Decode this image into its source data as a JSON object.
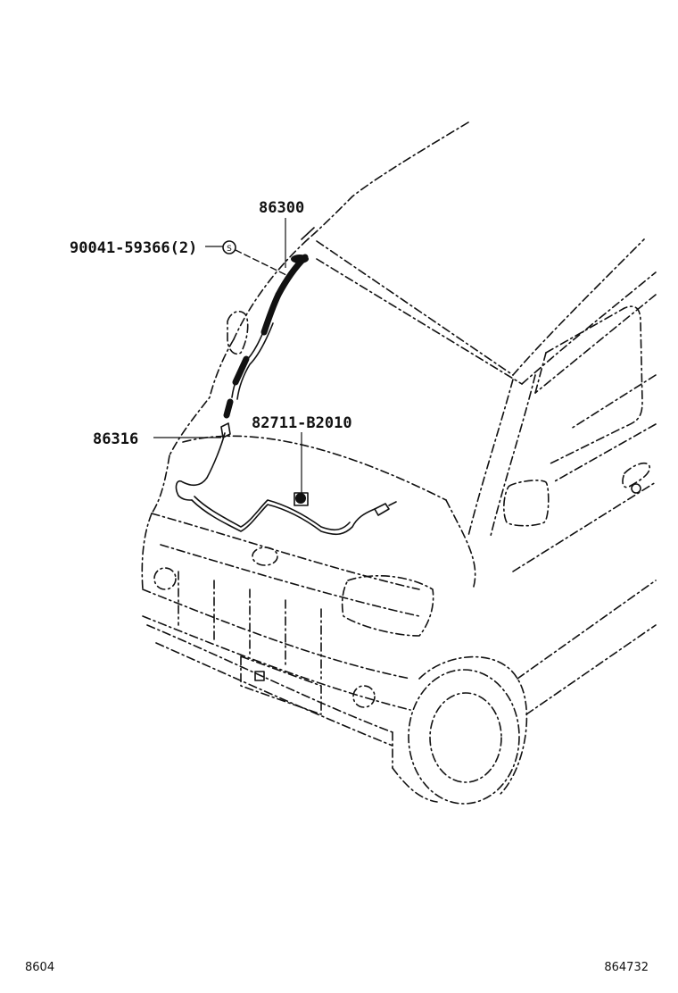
{
  "callouts": {
    "antenna": "86300",
    "screw": "90041-59366(2)",
    "cable": "86316",
    "clip": "82711-B2010"
  },
  "footer": {
    "left_code": "8604",
    "right_code": "864732"
  },
  "screw_symbol": "S"
}
